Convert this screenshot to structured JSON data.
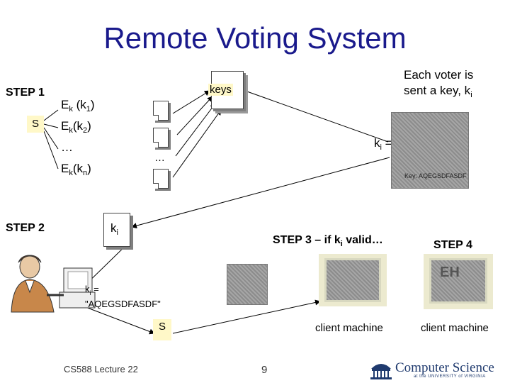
{
  "title": "Remote Voting System",
  "step1": "STEP 1",
  "step2": "STEP 2",
  "step3": "STEP 3 – if k",
  "step3_sub": "i",
  "step3_tail": " valid…",
  "step4": "STEP 4",
  "server_label": "S",
  "keys_label": "keys",
  "enc": [
    {
      "pre": "E",
      "sub": "k",
      "mid": " (k",
      "sub2": "1",
      "post": ")"
    },
    {
      "pre": "E",
      "sub": "k",
      "mid": "(k",
      "sub2": "2",
      "post": ")"
    },
    {
      "pre": "…",
      "sub": "",
      "mid": "",
      "sub2": "",
      "post": ""
    },
    {
      "pre": "E",
      "sub": "k",
      "mid": "(k",
      "sub2": "n",
      "post": ")"
    }
  ],
  "doc_ellipsis": "…",
  "voter_note_line1": "Each voter is",
  "voter_note_line2": "sent a key, k",
  "voter_note_sub": "i",
  "ki_eq_pre": "k",
  "ki_eq_sub": "i",
  "ki_eq_post": " =",
  "key_card_text": "Key: AQEGSDFASDF",
  "ki_doc_pre": "k",
  "ki_doc_sub": "i",
  "ki_value_line1_pre": "k",
  "ki_value_line1_sub": "i",
  "ki_value_line1_post": " =",
  "ki_value_line2": "\"AQEGSDFASDF\"",
  "s_bottom": "S",
  "client_machine_1": "client machine",
  "client_machine_2": "client machine",
  "monitor_text": "EH",
  "footer_left": "CS588 Lecture 22",
  "page_number": "9",
  "logo_text": "Computer Science",
  "logo_sub": "at the UNIVERSITY of VIRGINIA",
  "colors": {
    "title": "#1a1a8c",
    "stickie": "#fff8c8",
    "footer_blue": "#1f3a6e"
  }
}
